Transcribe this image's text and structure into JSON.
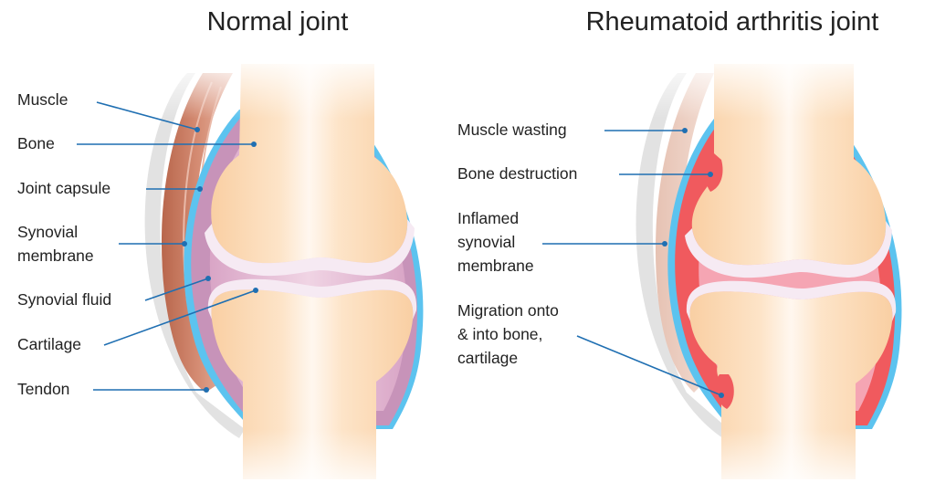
{
  "titles": {
    "normal": "Normal joint",
    "ra": "Rheumatoid arthritis joint"
  },
  "normal_labels": {
    "muscle": "Muscle",
    "bone": "Bone",
    "joint_capsule": "Joint capsule",
    "synovial_membrane_1": "Synovial",
    "synovial_membrane_2": "membrane",
    "synovial_fluid": "Synovial fluid",
    "cartilage": "Cartilage",
    "tendon": "Tendon"
  },
  "ra_labels": {
    "muscle_wasting": "Muscle wasting",
    "bone_destruction": "Bone destruction",
    "inflamed_1": "Inflamed",
    "inflamed_2": "synovial",
    "inflamed_3": "membrane",
    "migration_1": "Migration onto",
    "migration_2": "& into bone,",
    "migration_3": "cartilage"
  },
  "colors": {
    "bone": "#f9cfa3",
    "bone_highlight": "#fff6ee",
    "cartilage": "#f6eef6",
    "synovial_fluid": "#e4b8d2",
    "synovial_membrane": "#c88fb8",
    "joint_capsule": "#5cc3ef",
    "muscle": "#c77a62",
    "tendon": "#dcdcdc",
    "inflamed": "#f05a5e",
    "inflamed_fluid": "#f6a6b4",
    "leader": "#1f6fb2"
  }
}
